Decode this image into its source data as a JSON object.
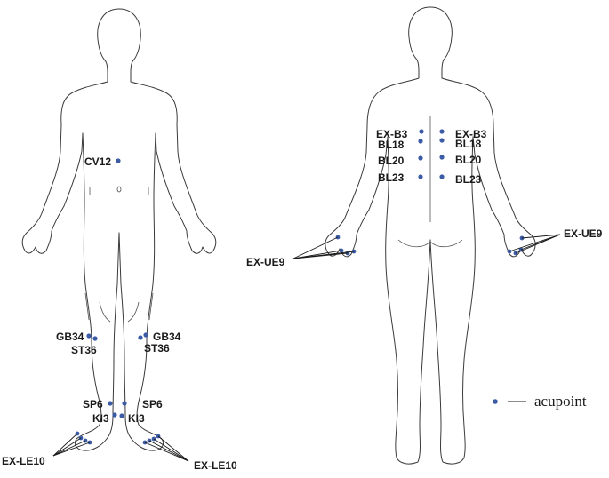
{
  "colors": {
    "acupoint": "#3b5ba5",
    "outline": "#3a3a3a",
    "text": "#1a1a1a"
  },
  "labels": {
    "cv12": "CV12",
    "gb34_l": "GB34",
    "gb34_r": "GB34",
    "st36_l": "ST36",
    "st36_r": "ST36",
    "sp6_l": "SP6",
    "sp6_r": "SP6",
    "ki3_l": "KI3",
    "ki3_r": "KI3",
    "exle10_l": "EX-LE10",
    "exle10_r": "EX-LE10",
    "exb3_l": "EX-B3",
    "exb3_r": "EX-B3",
    "bl18_l": "BL18",
    "bl18_r": "BL18",
    "bl20_l": "BL20",
    "bl20_r": "BL20",
    "bl23_l": "BL23",
    "bl23_r": "BL23",
    "exue9_l": "EX-UE9",
    "exue9_r": "EX-UE9"
  },
  "legend": {
    "text": "acupoint"
  }
}
